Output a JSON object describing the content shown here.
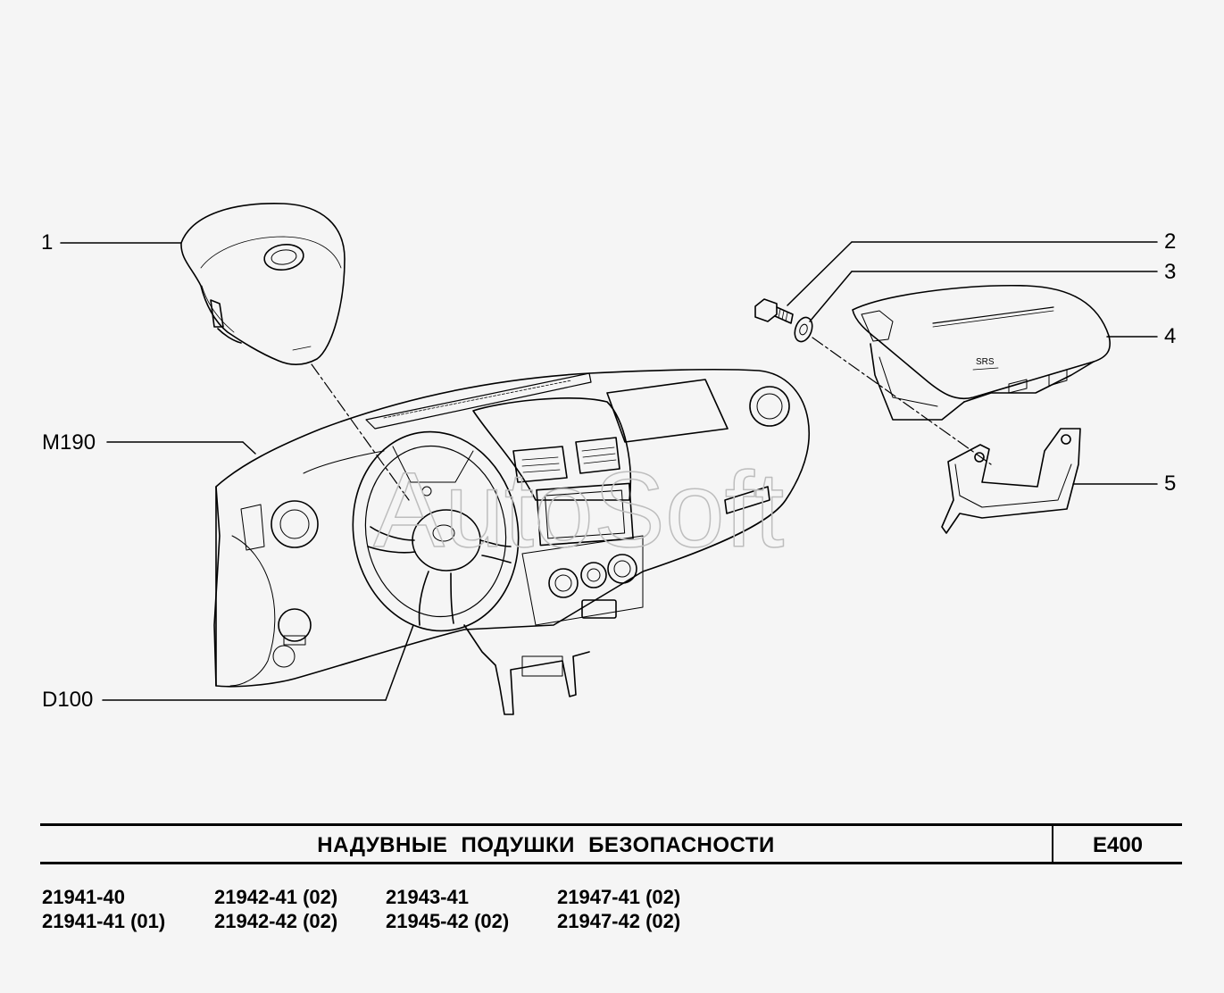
{
  "callouts": {
    "c1": "1",
    "c2": "2",
    "c3": "3",
    "c4": "4",
    "c5": "5",
    "m190": "M190",
    "d100": "D100"
  },
  "watermark": "AutoSoft",
  "title": {
    "text": "НАДУВНЫЕ  ПОДУШКИ  БЕЗОПАСНОСТИ",
    "code": "E400"
  },
  "models": [
    [
      "21941-40",
      "21941-41 (01)"
    ],
    [
      "21942-41 (02)",
      "21942-42 (02)"
    ],
    [
      "21943-41",
      "21945-42 (02)"
    ],
    [
      "21947-41 (02)",
      "21947-42 (02)"
    ]
  ],
  "colors": {
    "background": "#f5f5f5",
    "line": "#000000",
    "watermark": "#bdbdbd"
  }
}
